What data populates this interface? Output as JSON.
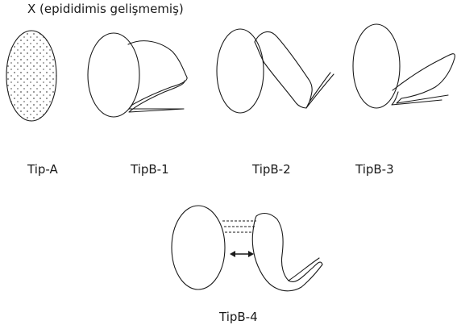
{
  "caption": "X (epididimis gelişmemiş)",
  "labels": {
    "tip_a": "Tip-A",
    "tip_b1": "TipB-1",
    "tip_b2": "TipB-2",
    "tip_b3": "TipB-3",
    "tip_b4": "TipB-4"
  },
  "colors": {
    "line": "#1a1a1a",
    "background": "#ffffff"
  }
}
